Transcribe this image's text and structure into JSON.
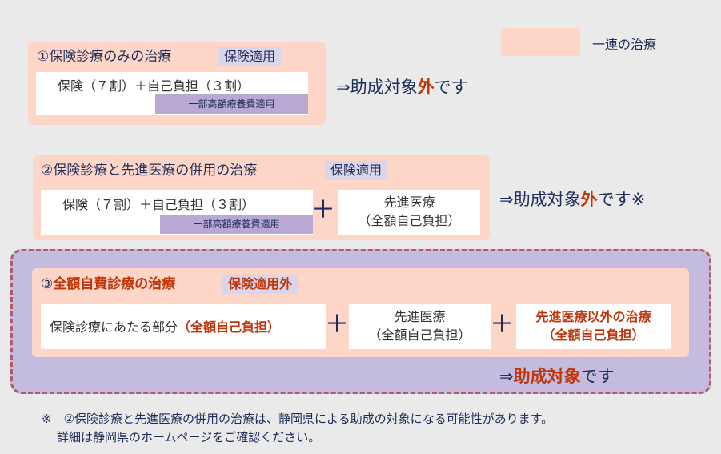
{
  "legend": {
    "label": "一連の治療",
    "color": "#fdd6c8"
  },
  "case1": {
    "title": "①保険診療のみの治療",
    "tag": "保険適用",
    "box": "保険（７割）＋自己負担（３割）",
    "sub": "一部高額療養費適用",
    "result_pre": "⇒助成対象",
    "result_em": "外",
    "result_post": "です"
  },
  "case2": {
    "title": "②保険診療と先進医療の併用の治療",
    "tag": "保険適用",
    "box1": "保険（７割）＋自己負担（３割）",
    "sub": "一部高額療養費適用",
    "plus": "＋",
    "box2_line1": "先進医療",
    "box2_line2": "（全額自己負担）",
    "result_pre": "⇒助成対象",
    "result_em": "外",
    "result_post": "です※"
  },
  "case3": {
    "title_num": "③",
    "title_em": "全額自費診療",
    "title_post": "の治療",
    "tag": "保険適用外",
    "box1_pre": "保険診療にあたる部分",
    "box1_em": "（全額自己負担）",
    "plus1": "＋",
    "box2_line1": "先進医療",
    "box2_line2": "（全額自己負担）",
    "plus2": "＋",
    "box3_line1": "先進医療以外の治療",
    "box3_line2": "（全額自己負担）",
    "result_pre": "⇒",
    "result_em": "助成対象",
    "result_post": "です"
  },
  "note": {
    "line1": "※　②保険診療と先進医療の併用の治療は、静岡県による助成の対象になる可能性があります。",
    "line2": "詳細は静岡県のホームページをご確認ください。"
  }
}
